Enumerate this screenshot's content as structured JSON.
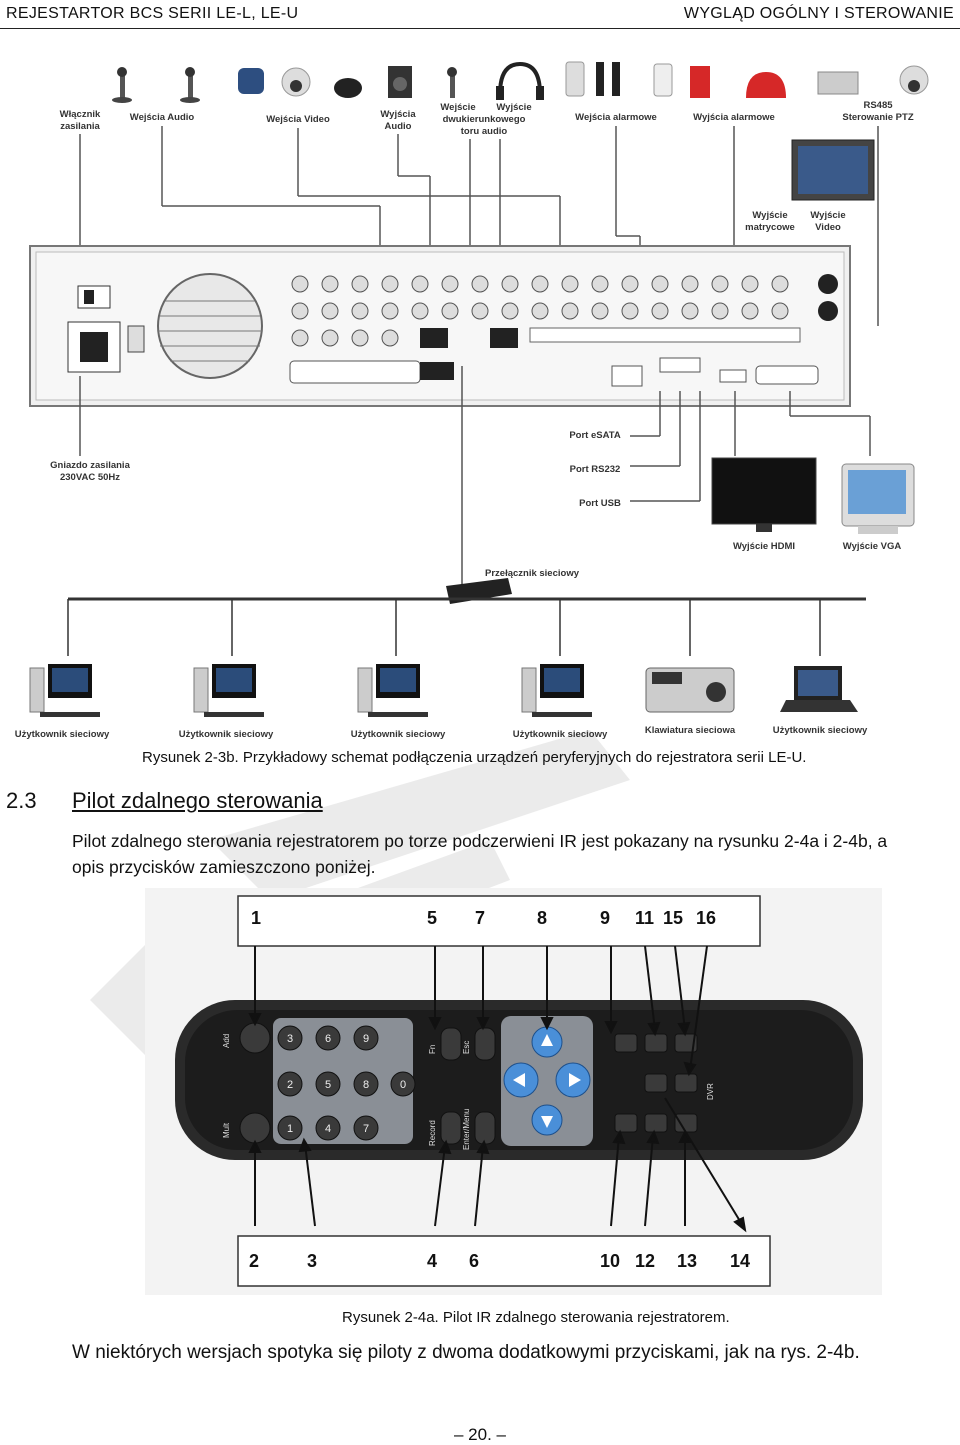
{
  "header": {
    "left": "REJESTARTOR BCS SERII LE-L, LE-U",
    "right": "WYGLĄD OGÓLNY I STEROWANIE"
  },
  "figure_3b": {
    "labels": {
      "wlacznik": [
        "Włącznik",
        "zasilania"
      ],
      "wejscia_audio": "Wejścia Audio",
      "wejscia_video": "Wejścia Video",
      "wyjscia_audio": [
        "Wyjścia",
        "Audio"
      ],
      "wejscie_dwukier": [
        "Wejście",
        "dwukierunkowego",
        "toru audio"
      ],
      "wyjscie_dwukier": "Wyjście",
      "wejscia_alarmowe": "Wejścia alarmowe",
      "wyjscia_alarmowe": "Wyjścia alarmowe",
      "rs485": [
        "RS485",
        "Sterowanie PTZ"
      ],
      "wyjscie_matrycowe": [
        "Wyjście",
        "matrycowe"
      ],
      "wyjscie_video": [
        "Wyjście",
        "Video"
      ],
      "port_esata": "Port eSATA",
      "port_rs232": "Port RS232",
      "port_usb": "Port USB",
      "gniazdo": [
        "Gniazdo zasilania",
        "230VAC 50Hz"
      ],
      "wyjscie_hdmi": "Wyjście HDMI",
      "wyjscie_vga": "Wyjście VGA",
      "przelacznik": "Przełącznik sieciowy",
      "uzytkownik": "Użytkownik sieciowy",
      "klawiatura": "Klawiatura sieciowa"
    }
  },
  "caption_3b": "Rysunek 2-3b. Przykładowy schemat podłączenia urządzeń peryferyjnych do rejestratora serii LE-U.",
  "section": {
    "number": "2.3",
    "title": "Pilot zdalnego sterowania"
  },
  "paragraph_1": "Pilot zdalnego sterowania rejestratorem po torze podczerwieni IR jest pokazany na rysunku 2-4a i 2-4b, a opis przycisków zamieszczono poniżej.",
  "figure_4a": {
    "top_numbers": [
      "1",
      "5",
      "7",
      "8",
      "9",
      "11",
      "15",
      "16"
    ],
    "bottom_numbers": [
      "2",
      "3",
      "4",
      "6",
      "10",
      "12",
      "13",
      "14"
    ],
    "remote_labels": {
      "add": "Add",
      "mult": "Mult",
      "fn": "Fn",
      "esc": "Esc",
      "record": "Record",
      "enter": "Enter/Menu",
      "dvr": "DVR"
    },
    "keypad": [
      "3",
      "6",
      "9",
      "2",
      "5",
      "8",
      "0",
      "1",
      "4",
      "7"
    ]
  },
  "caption_4a": "Rysunek 2-4a. Pilot IR zdalnego sterowania rejestratorem.",
  "paragraph_2": "W niektórych wersjach spotyka się piloty z dwoma dodatkowymi przyciskami, jak na rys. 2-4b.",
  "page_number": "20.",
  "colors": {
    "remote_body": "#2a2a2a",
    "keypad_panel": "#8a8f96",
    "nav_blue": "#4a8fd8",
    "watermark": "#9a9a9a"
  }
}
